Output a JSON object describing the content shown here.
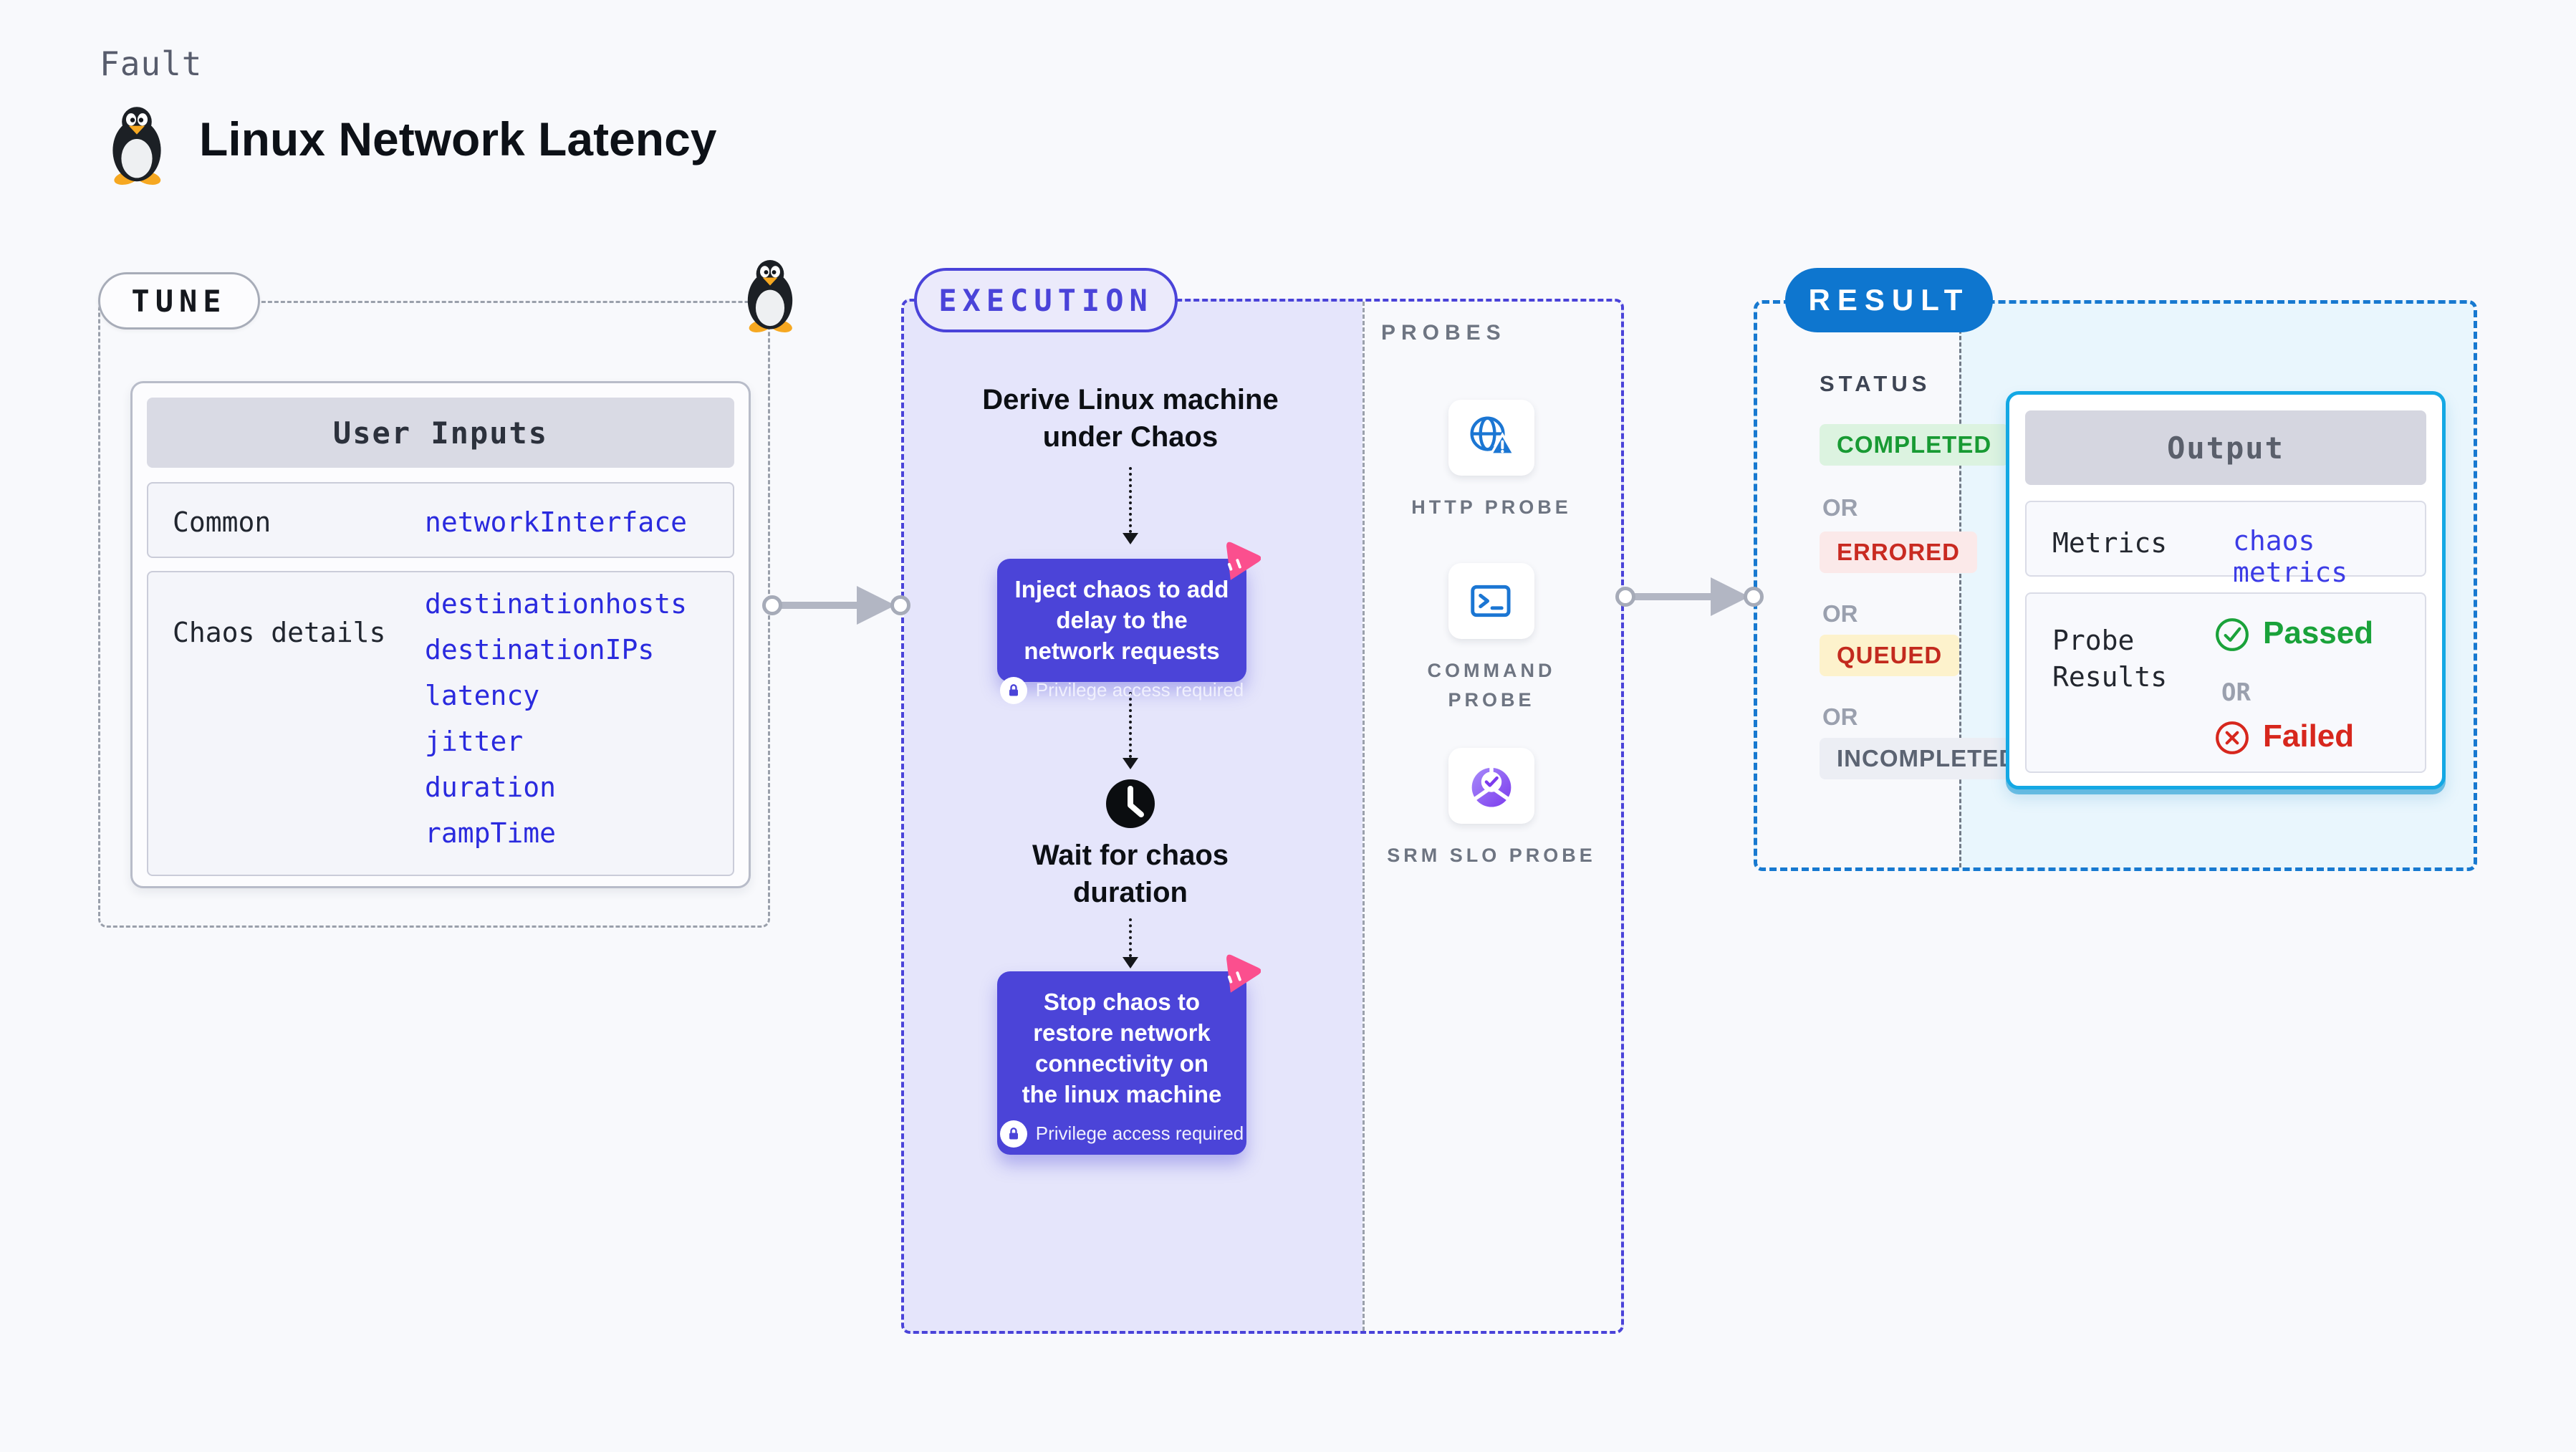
{
  "page": {
    "kind_label": "Fault",
    "title": "Linux Network Latency"
  },
  "tune": {
    "badge": "TUNE",
    "table_title": "User Inputs",
    "rows": [
      {
        "label": "Common",
        "params": [
          "networkInterface"
        ]
      },
      {
        "label": "Chaos details",
        "params": [
          "destinationhosts",
          "destinationIPs",
          "latency",
          "jitter",
          "duration",
          "rampTime"
        ]
      }
    ]
  },
  "execution": {
    "badge": "EXECUTION",
    "derive_step": "Derive Linux machine under Chaos",
    "inject_step": "Inject chaos to add delay to the network requests",
    "wait_step": "Wait for chaos duration",
    "stop_step": "Stop chaos to restore network connectivity on the linux machine",
    "privilege_note": "Privilege access required"
  },
  "probes": {
    "heading": "PROBES",
    "items": [
      {
        "label": "HTTP PROBE",
        "icon": "globe-warning-icon"
      },
      {
        "label": "COMMAND PROBE",
        "icon": "terminal-icon"
      },
      {
        "label": "SRM SLO PROBE",
        "icon": "slo-donut-icon"
      }
    ]
  },
  "result": {
    "badge": "RESULT",
    "status_heading": "STATUS",
    "or_label": "OR",
    "statuses": [
      {
        "label": "COMPLETED",
        "kind": "success"
      },
      {
        "label": "ERRORED",
        "kind": "error"
      },
      {
        "label": "QUEUED",
        "kind": "queued"
      },
      {
        "label": "INCOMPLETED",
        "kind": "incomplete"
      }
    ],
    "output": {
      "title": "Output",
      "metrics_label": "Metrics",
      "metrics_value": "chaos metrics",
      "probe_results_label": "Probe Results",
      "passed_label": "Passed",
      "failed_label": "Failed",
      "or_label": "OR"
    }
  },
  "colors": {
    "page_bg": "#f8f9fc",
    "lavender_panel": "#e5e5fb",
    "indigo": "#4a43d9",
    "chaos_card": "#4b44d8",
    "pink_accent": "#fb4f8e",
    "result_blue": "#0e76cf",
    "result_dash": "#1779d0",
    "result_bg": "#e9f6fd",
    "output_border": "#14a8e4",
    "probe_blue": "#1b76d3",
    "slo_purple": "#7c3aed",
    "success_green": "#189a33",
    "error_red": "#c92a21",
    "passed_green": "#1aa23a",
    "failed_red": "#d7271d",
    "param_blue": "#2a2ade",
    "arrow_gray": "#b2b6c3"
  }
}
